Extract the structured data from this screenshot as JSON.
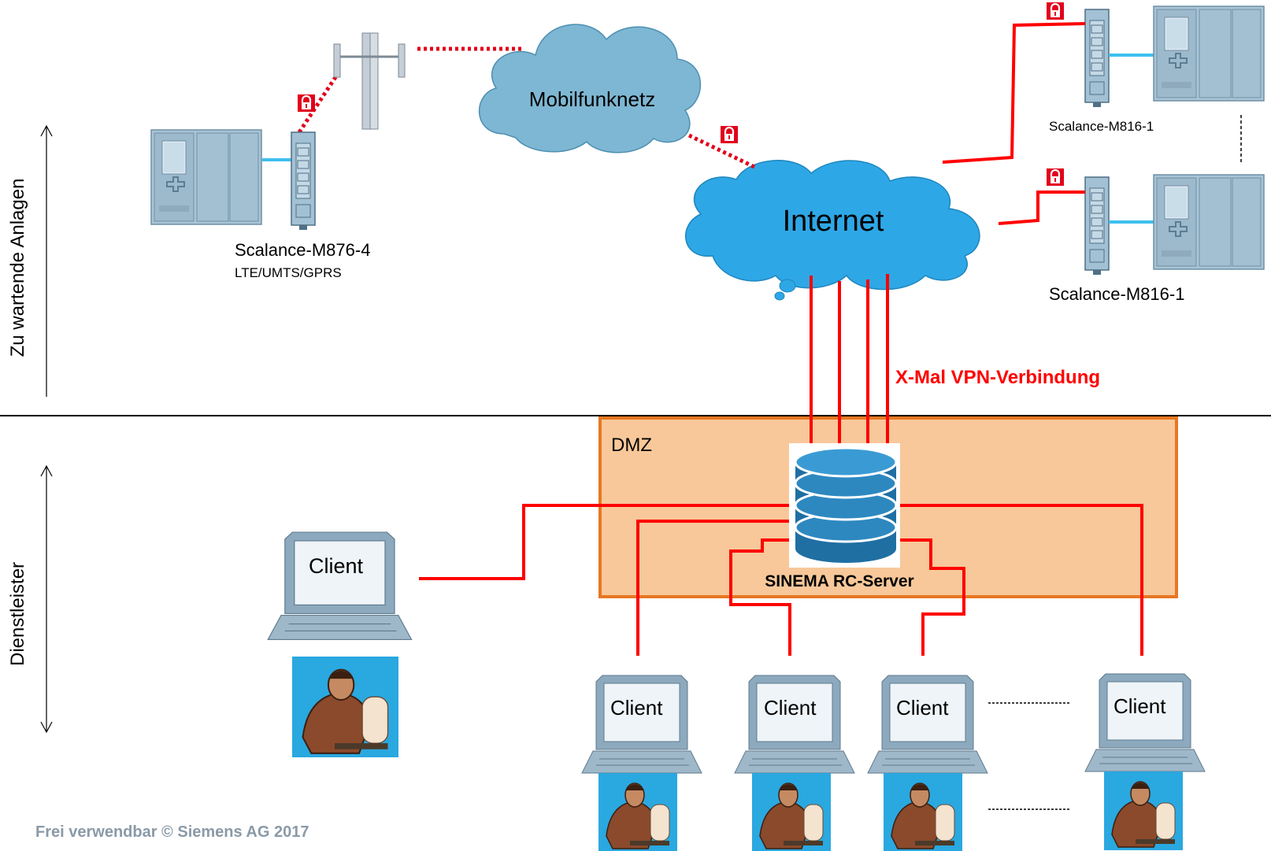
{
  "labels": {
    "mobilfunknetz": "Mobilfunknetz",
    "internet": "Internet",
    "m876": "Scalance-M876-4",
    "m876_sub": "LTE/UMTS/GPRS",
    "m816_top": "Scalance-M816-1",
    "m816_bottom": "Scalance-M816-1",
    "vpn": "X-Mal VPN-Verbindung",
    "dmz": "DMZ",
    "server": "SINEMA RC-Server",
    "client": "Client",
    "zone_upper": "Zu wartende Anlagen",
    "zone_lower": "Dienstleister",
    "copyright": "Frei verwendbar © Siemens AG 2017"
  },
  "colors": {
    "vpn_red": "#ff0000",
    "cloud": "#7eb7d3",
    "internet_cloud": "#2ea7e6",
    "dmz_fill": "#f8c89a",
    "dmz_border": "#e87722",
    "device": "#a3c1d4",
    "ethernet": "#3dbfee"
  },
  "icons": [
    "lock-icon",
    "antenna-tower-icon",
    "plc-icon",
    "router-icon",
    "database-icon",
    "laptop-icon",
    "person-at-computer-icon"
  ]
}
